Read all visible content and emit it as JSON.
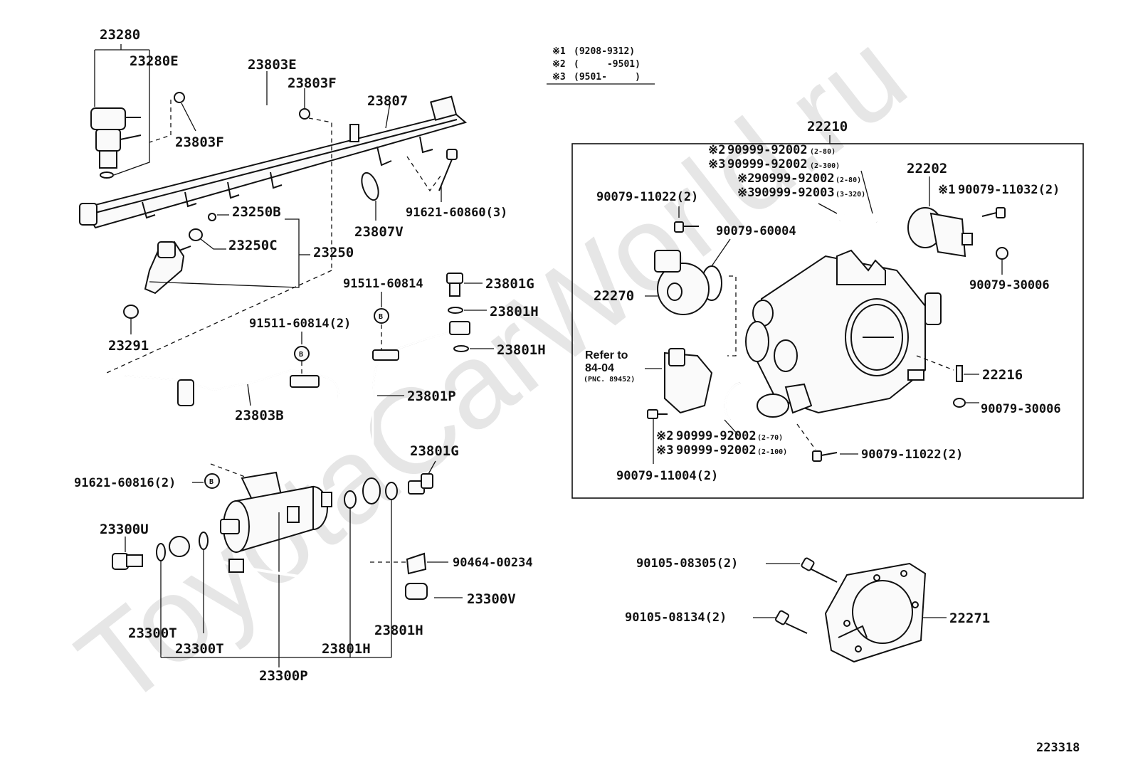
{
  "watermark": "ToyotaCarWorld.ru",
  "diagram_id": "223318",
  "legend": [
    {
      "mark": "※1",
      "range": "(9208-9312)"
    },
    {
      "mark": "※2",
      "range": "(     -9501)"
    },
    {
      "mark": "※3",
      "range": "(9501-     )"
    }
  ],
  "left_labels": {
    "p23280": "23280",
    "p23280E": "23280E",
    "p23803E": "23803E",
    "p23803F_a": "23803F",
    "p23803F_b": "23803F",
    "p23807": "23807",
    "p23807V": "23807V",
    "p91621_60860": "91621-60860(3)",
    "p23250B": "23250B",
    "p23250C": "23250C",
    "p23250": "23250",
    "p23291": "23291",
    "p91511_a": "91511-60814",
    "p91511_b": "91511-60814(2)",
    "p23801G_a": "23801G",
    "p23801H_a": "23801H",
    "p23801H_b": "23801H",
    "p23801P": "23801P",
    "p23803B": "23803B",
    "p91621_60816": "91621-60816(2)",
    "p23801G_b": "23801G",
    "p23300U": "23300U",
    "p90464": "90464-00234",
    "p23300V": "23300V",
    "p23300T_a": "23300T",
    "p23300T_b": "23300T",
    "p23801H_c": "23801H",
    "p23801H_d": "23801H",
    "p23300P": "23300P",
    "bolt_mark": "B"
  },
  "box_labels": {
    "p22210": "22210",
    "p22202": "22202",
    "p90079_11022_a": "90079-11022(2)",
    "p90079_60004": "90079-60004",
    "p22270": "22270",
    "refer_line1": "Refer to",
    "refer_line2": "84-04",
    "refer_line3": "(PNC. 89452)",
    "p90079_11032": "90079-11032(2)",
    "p90079_30006_a": "90079-30006",
    "p22216": "22216",
    "p90079_30006_b": "90079-30006",
    "p90079_11022_b": "90079-11022(2)",
    "p90079_11004": "90079-11004(2)",
    "hose_a1_mark": "※2",
    "hose_a1": "90999-92002",
    "hose_a1_len": "(2-80)",
    "hose_a2_mark": "※3",
    "hose_a2": "90999-92002",
    "hose_a2_len": "(2-300)",
    "hose_b1_mark": "※2",
    "hose_b1": "90999-92002",
    "hose_b1_len": "(2-80)",
    "hose_b2_mark": "※3",
    "hose_b2": "90999-92003",
    "hose_b2_len": "(3-320)",
    "hose_c1_mark": "※2",
    "hose_c1": "90999-92002",
    "hose_c1_len": "(2-70)",
    "hose_c2_mark": "※3",
    "hose_c2": "90999-92002",
    "hose_c2_len": "(2-100)",
    "mark1": "※1"
  },
  "lower_right_labels": {
    "p90105_08305": "90105-08305(2)",
    "p90105_08134": "90105-08134(2)",
    "p22271": "22271"
  }
}
